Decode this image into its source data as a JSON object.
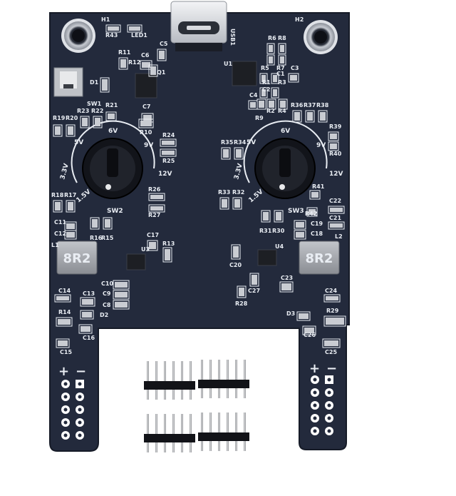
{
  "board": {
    "colors": {
      "pcb": "#232a3c",
      "pcb_edge": "#1a2030",
      "silk": "#e9edf3",
      "pad": "#c9ccd2",
      "chip": "#1d1f24",
      "inductor": "#9a9da3"
    },
    "top_labels": {
      "h1": "H1",
      "h2": "H2",
      "r43": "R43",
      "led1": "LED1",
      "usb1": "USB1",
      "c5": "C5",
      "r6": "R6",
      "r8": "R8",
      "r11": "R11",
      "c6": "C6",
      "r12": "R12",
      "q1": "Q1",
      "u1": "U1",
      "r5": "R5",
      "r7": "R7",
      "c1": "C1",
      "c3": "C3",
      "d1": "D1",
      "sw1": "SW1",
      "r1": "R1",
      "r3": "R3",
      "c4": "C4",
      "c2": "C2",
      "r21": "R21",
      "r23": "R23",
      "r22": "R22",
      "c7": "C7",
      "r2": "R2",
      "r4": "R4",
      "r9": "R9",
      "r19": "R19",
      "r20": "R20",
      "r10": "R10",
      "r36": "R36",
      "r37": "R37",
      "r38": "R38",
      "r39": "R39",
      "r40": "R40"
    },
    "left_dial": {
      "v5": "5V",
      "v6": "6V",
      "v9": "9V",
      "v12": "12V",
      "v33": "3.3V",
      "v15": "1.5V",
      "switch": "SW2"
    },
    "right_dial": {
      "v5": "5V",
      "v6": "6V",
      "v9": "9V",
      "v12": "12V",
      "v33": "3.3V",
      "v15": "1.5V",
      "switch": "SW3"
    },
    "mid_labels": {
      "r24": "R24",
      "r25": "R25",
      "r35": "R35",
      "r34": "R34",
      "r26": "R26",
      "r27": "R27",
      "r33": "R33",
      "r32": "R32",
      "r41": "R41",
      "r18": "R18",
      "r17": "R17",
      "c22": "C22",
      "r42": "R42",
      "c21": "C21",
      "c11": "C11",
      "c12": "C12",
      "r16": "R16",
      "r15": "R15",
      "r31": "R31",
      "r30": "R30",
      "c19": "C19",
      "c18": "C18",
      "c17": "C17",
      "u3": "U3",
      "r13": "R13",
      "l1": "L1",
      "l2": "L2",
      "u4": "U4",
      "c20": "C20",
      "c10": "C10",
      "c9": "C9",
      "c8": "C8",
      "c14": "C14",
      "c13": "C13",
      "c23": "C23",
      "c27": "C27",
      "r28": "R28",
      "c24": "C24",
      "r14": "R14",
      "d2": "D2",
      "d3": "D3",
      "r29": "R29",
      "c16": "C16",
      "c26": "C26",
      "c15": "C15",
      "c25": "C25"
    },
    "inductor_left_marking": "8R2",
    "inductor_right_marking": "8R2",
    "plus": "+",
    "minus": "−"
  },
  "headers": {
    "count": 4,
    "pins_each": 6
  }
}
